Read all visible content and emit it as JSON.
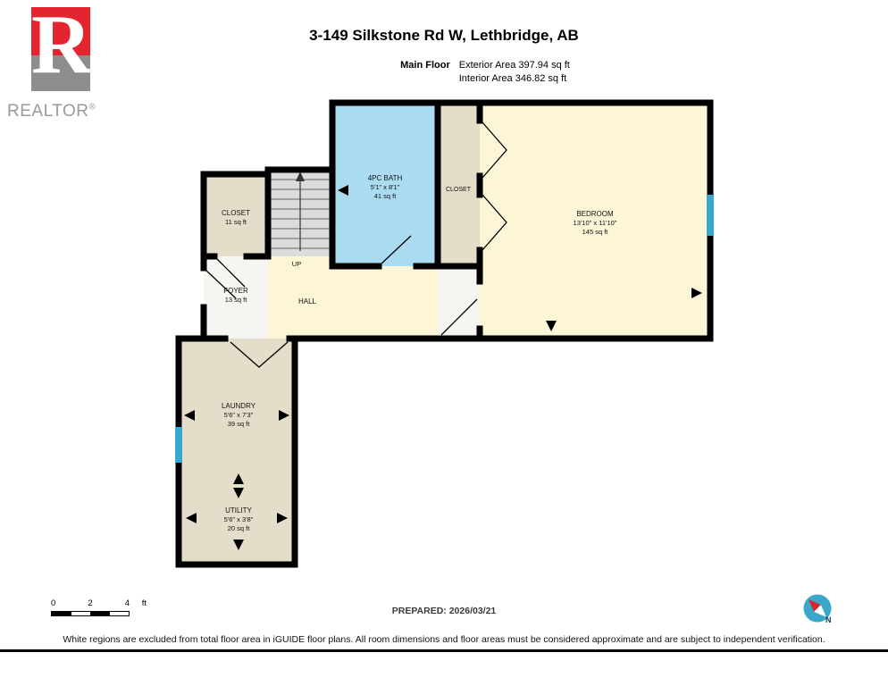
{
  "header": {
    "title": "3-149 Silkstone Rd W, Lethbridge, AB",
    "floor_label": "Main Floor",
    "exterior_area": "Exterior Area 397.94 sq ft",
    "interior_area": "Interior Area 346.82 sq ft"
  },
  "logo": {
    "letter": "R",
    "brand": "REALTOR",
    "registered": "®"
  },
  "rooms": {
    "closet_left": {
      "name": "CLOSET",
      "area": "11 sq ft"
    },
    "bath": {
      "name": "4PC BATH",
      "dims": "5'1\" x 8'1\"",
      "area": "41 sq ft"
    },
    "closet_mid": {
      "name": "CLOSET"
    },
    "bedroom": {
      "name": "BEDROOM",
      "dims": "13'10\" x 11'10\"",
      "area": "145 sq ft"
    },
    "foyer": {
      "name": "FOYER",
      "area": "13 sq ft"
    },
    "hall": {
      "name": "HALL"
    },
    "stairs": {
      "direction": "UP"
    },
    "laundry": {
      "name": "LAUNDRY",
      "dims": "5'6\" x 7'3\"",
      "area": "39 sq ft"
    },
    "utility": {
      "name": "UTILITY",
      "dims": "5'6\" x 3'8\"",
      "area": "20 sq ft"
    }
  },
  "scale_bar": {
    "ticks": [
      "0",
      "2",
      "4"
    ],
    "unit": "ft"
  },
  "compass": {
    "label": "N"
  },
  "footer": {
    "prepared": "PREPARED: 2026/03/21",
    "disclaimer": "White regions are excluded from total floor area in iGUIDE floor plans. All room dimensions and floor areas must be considered approximate and are subject to independent verification."
  },
  "colors": {
    "bath": "#abdbf0",
    "bedroom": "#fcf5d6",
    "closet": "#e4ddca",
    "stairs": "#dcdcdc",
    "window": "#36a9cc",
    "wall": "#000000",
    "logo_red": "#e4252f",
    "logo_gray": "#8c8d8e"
  }
}
